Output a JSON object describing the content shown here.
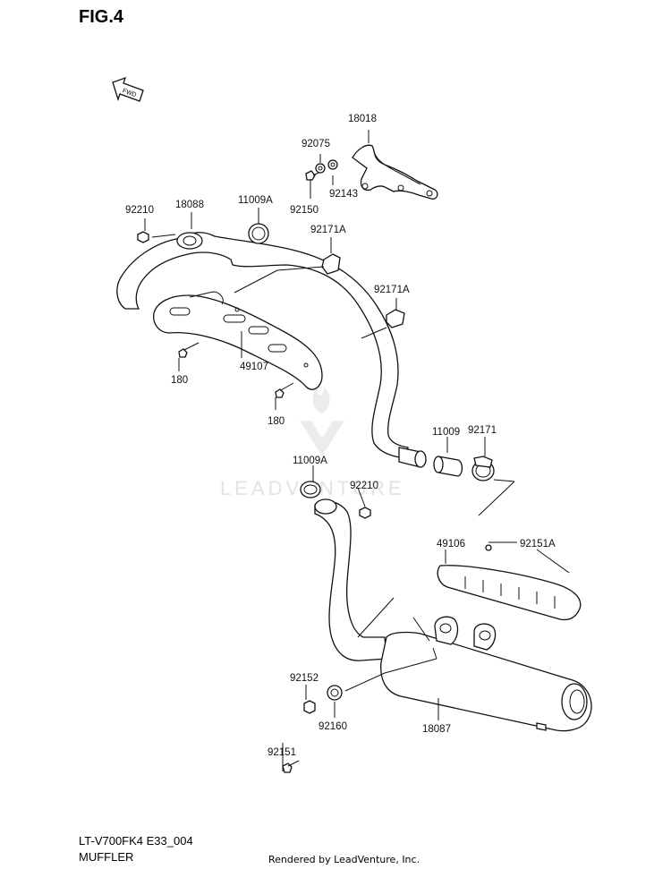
{
  "figure": {
    "title": "FIG.4",
    "fwd_label": "FWD"
  },
  "footer": {
    "code": "LT-V700FK4 E33_004",
    "name": "MUFFLER",
    "credit": "Rendered by LeadVenture, Inc."
  },
  "watermark": {
    "text": "LEADVENTURE"
  },
  "parts": {
    "p18018": "18018",
    "p92075": "92075",
    "p92143": "92143",
    "p92150": "92150",
    "p92210a": "92210",
    "p18088": "18088",
    "p11009a_top": "11009A",
    "p92171a_1": "92171A",
    "p92171a_2": "92171A",
    "p49107": "49107",
    "p180a": "180",
    "p180b": "180",
    "p11009": "11009",
    "p92171": "92171",
    "p11009a_bot": "11009A",
    "p92210b": "92210",
    "p49106": "49106",
    "p92151a": "92151A",
    "p92152": "92152",
    "p92160": "92160",
    "p18087": "18087",
    "p92151": "92151"
  }
}
